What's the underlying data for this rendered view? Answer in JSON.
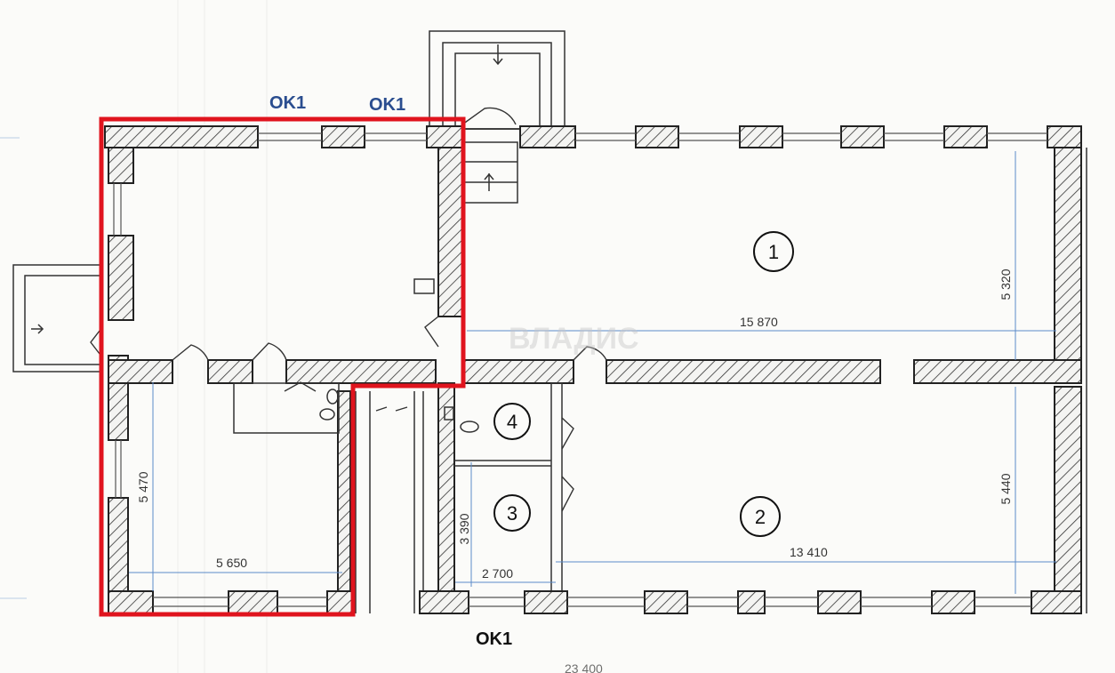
{
  "window_labels": {
    "top_left_1": "OK1",
    "top_left_2": "OK1",
    "bottom": "OK1"
  },
  "rooms": [
    {
      "number": "1"
    },
    {
      "number": "2"
    },
    {
      "number": "3"
    },
    {
      "number": "4"
    }
  ],
  "dimensions": {
    "room1_width": "15 870",
    "room1_height": "5 320",
    "room2_width": "13 410",
    "room2_height": "5 440",
    "room3_width": "2 700",
    "room3_height": "3 390",
    "left_room_width": "5 650",
    "left_room_height": "5 470",
    "overall_partial": "23 400"
  },
  "watermark": "ВЛАДИС",
  "colors": {
    "highlight": "#e0141e",
    "window_label": "#2a4d8f",
    "dimension_line": "#5b8bc9"
  }
}
